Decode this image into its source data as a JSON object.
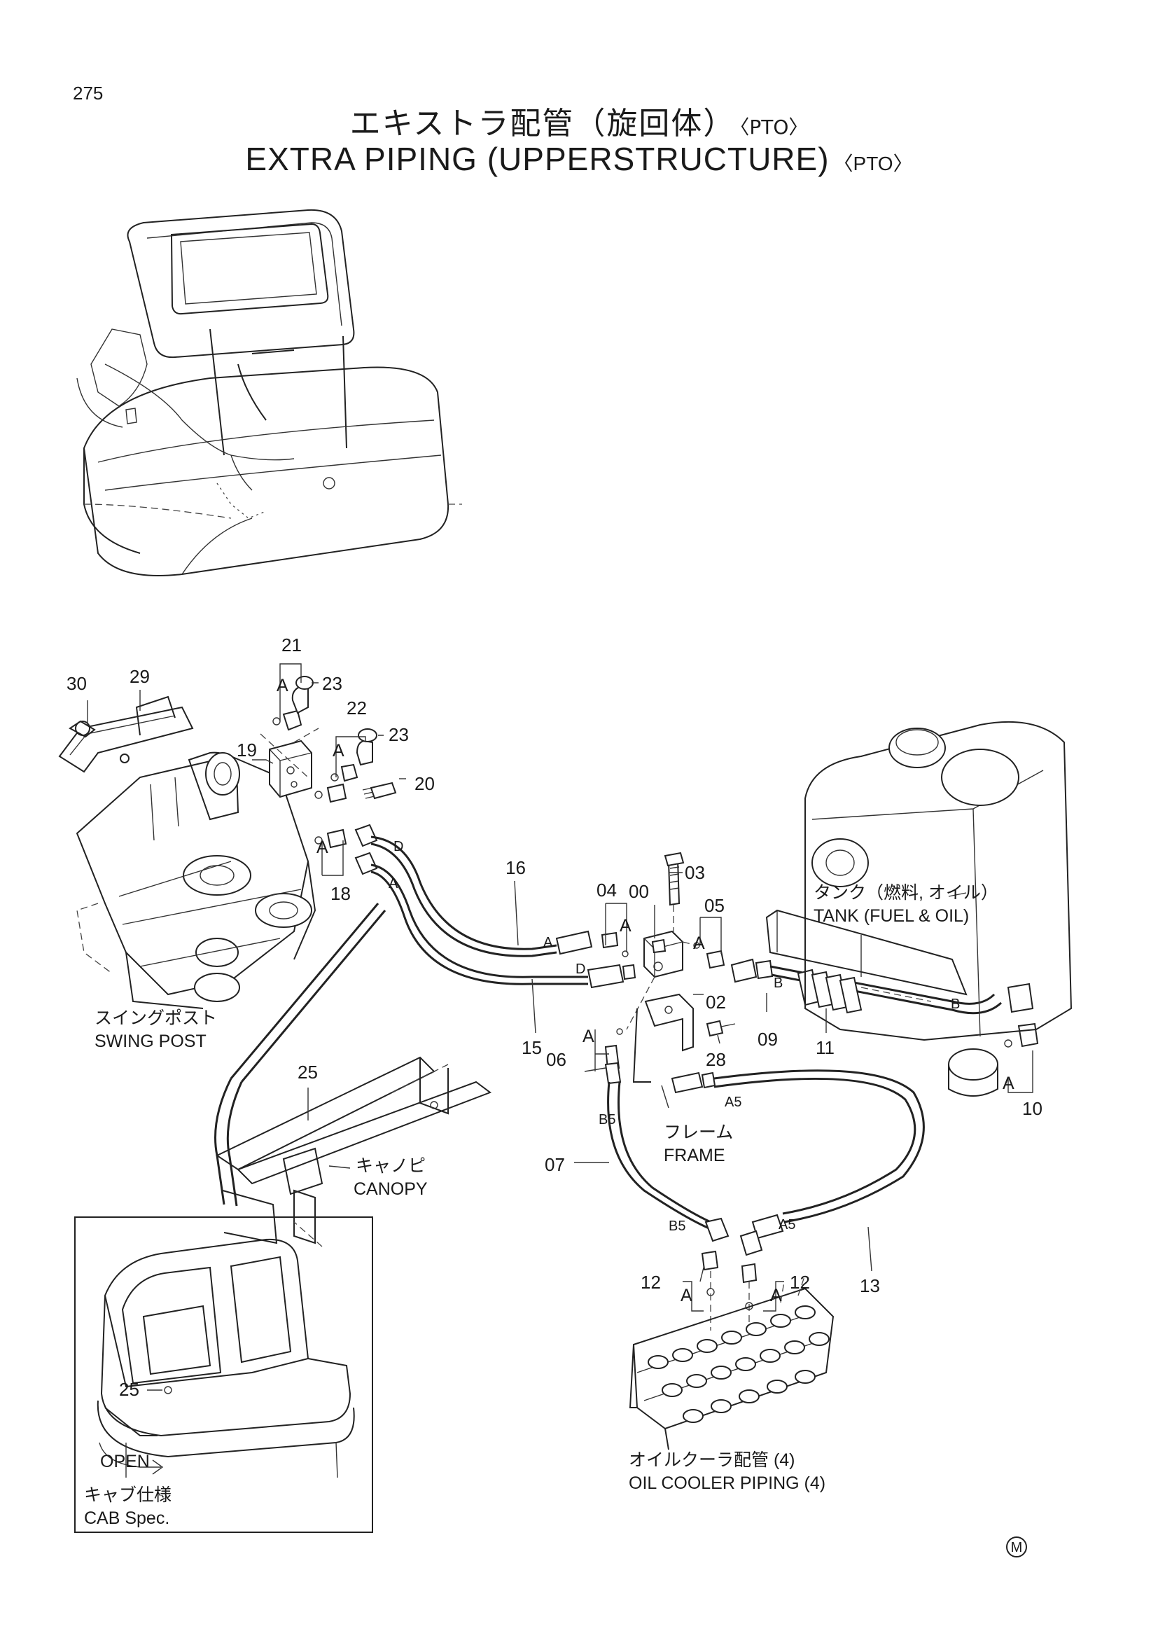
{
  "page_number": "275",
  "title": {
    "ja": "エキストラ配管（旋回体）",
    "en": "EXTRA PIPING (UPPERSTRUCTURE)",
    "suffix": "〈PTO〉"
  },
  "labels": {
    "swing_post_ja": "スイングポスト",
    "swing_post_en": "SWING POST",
    "canopy_ja": "キャノピ",
    "canopy_en": "CANOPY",
    "tank_ja": "タンク（燃料, オイル）",
    "tank_en": "TANK (FUEL & OIL)",
    "frame_ja": "フレーム",
    "frame_en": "FRAME",
    "oil_cooler_ja": "オイルクーラ配管 (4)",
    "oil_cooler_en": "OIL COOLER PIPING (4)",
    "cab_spec_ja": "キャブ仕様",
    "cab_spec_en": "CAB Spec.",
    "open": "OPEN",
    "m_mark": "M"
  },
  "part_numbers": {
    "p00": "00",
    "p02": "02",
    "p03": "03",
    "p04": "04",
    "p05": "05",
    "p06": "06",
    "p07": "07",
    "p09": "09",
    "p10": "10",
    "p11": "11",
    "p12": "12",
    "p13": "13",
    "p15": "15",
    "p16": "16",
    "p18": "18",
    "p19": "19",
    "p20": "20",
    "p21": "21",
    "p22": "22",
    "p23": "23",
    "p25": "25",
    "p28": "28",
    "p29": "29",
    "p30": "30"
  },
  "hose_marks": {
    "a": "A",
    "b": "B",
    "d": "D",
    "a5": "A5",
    "b5": "B5"
  }
}
